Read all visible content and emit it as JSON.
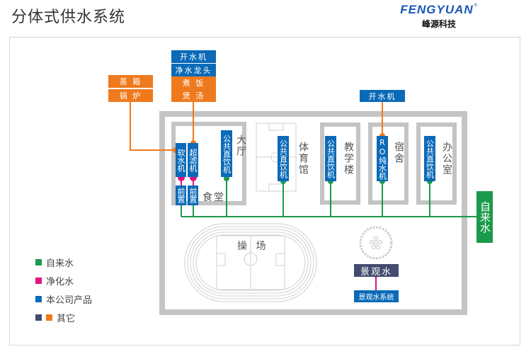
{
  "header": {
    "title": "分体式供水系统",
    "logo_brand": "FENGYUAN",
    "logo_reg": "®",
    "logo_cn": "峰源科技"
  },
  "colors": {
    "tap_water": "#1b9a4b",
    "purified_water": "#e0157f",
    "company_product": "#0a6ab8",
    "other_navy": "#434c6e",
    "other_orange": "#ef7a1e"
  },
  "top_boxes": {
    "kitchen_left": [
      "蒸 箱",
      "锅 炉"
    ],
    "kitchen_right": [
      "开水机",
      "净水龙头",
      "煮 饭",
      "煲 汤"
    ],
    "dorm": "开水机"
  },
  "buildings": {
    "canteen": {
      "label_hall": "大厅",
      "label_canteen": "食堂",
      "softener": "软水机",
      "ultrafilter": "超滤机",
      "prefilter1": "前置",
      "prefilter2": "前置",
      "dispenser": "公共直饮机"
    },
    "gym": {
      "label": "体育馆",
      "dispenser": "公共直饮机"
    },
    "teaching": {
      "label": "教学楼",
      "dispenser": "公共直饮机"
    },
    "dorm": {
      "label": "宿舍",
      "dispenser": "RO纯水机"
    },
    "office": {
      "label": "办公室",
      "dispenser": "公共直饮机"
    }
  },
  "tap_water_inlet": "自来水",
  "playground": "操 场",
  "landscape": {
    "label": "景观水",
    "system": "景观水系统"
  },
  "legend": [
    {
      "label": "自来水",
      "colors": [
        "#1b9a4b"
      ]
    },
    {
      "label": "净化水",
      "colors": [
        "#e0157f"
      ]
    },
    {
      "label": "本公司产品",
      "colors": [
        "#0a6ab8"
      ]
    },
    {
      "label": "其它",
      "colors": [
        "#434c6e",
        "#ef7a1e"
      ]
    }
  ]
}
